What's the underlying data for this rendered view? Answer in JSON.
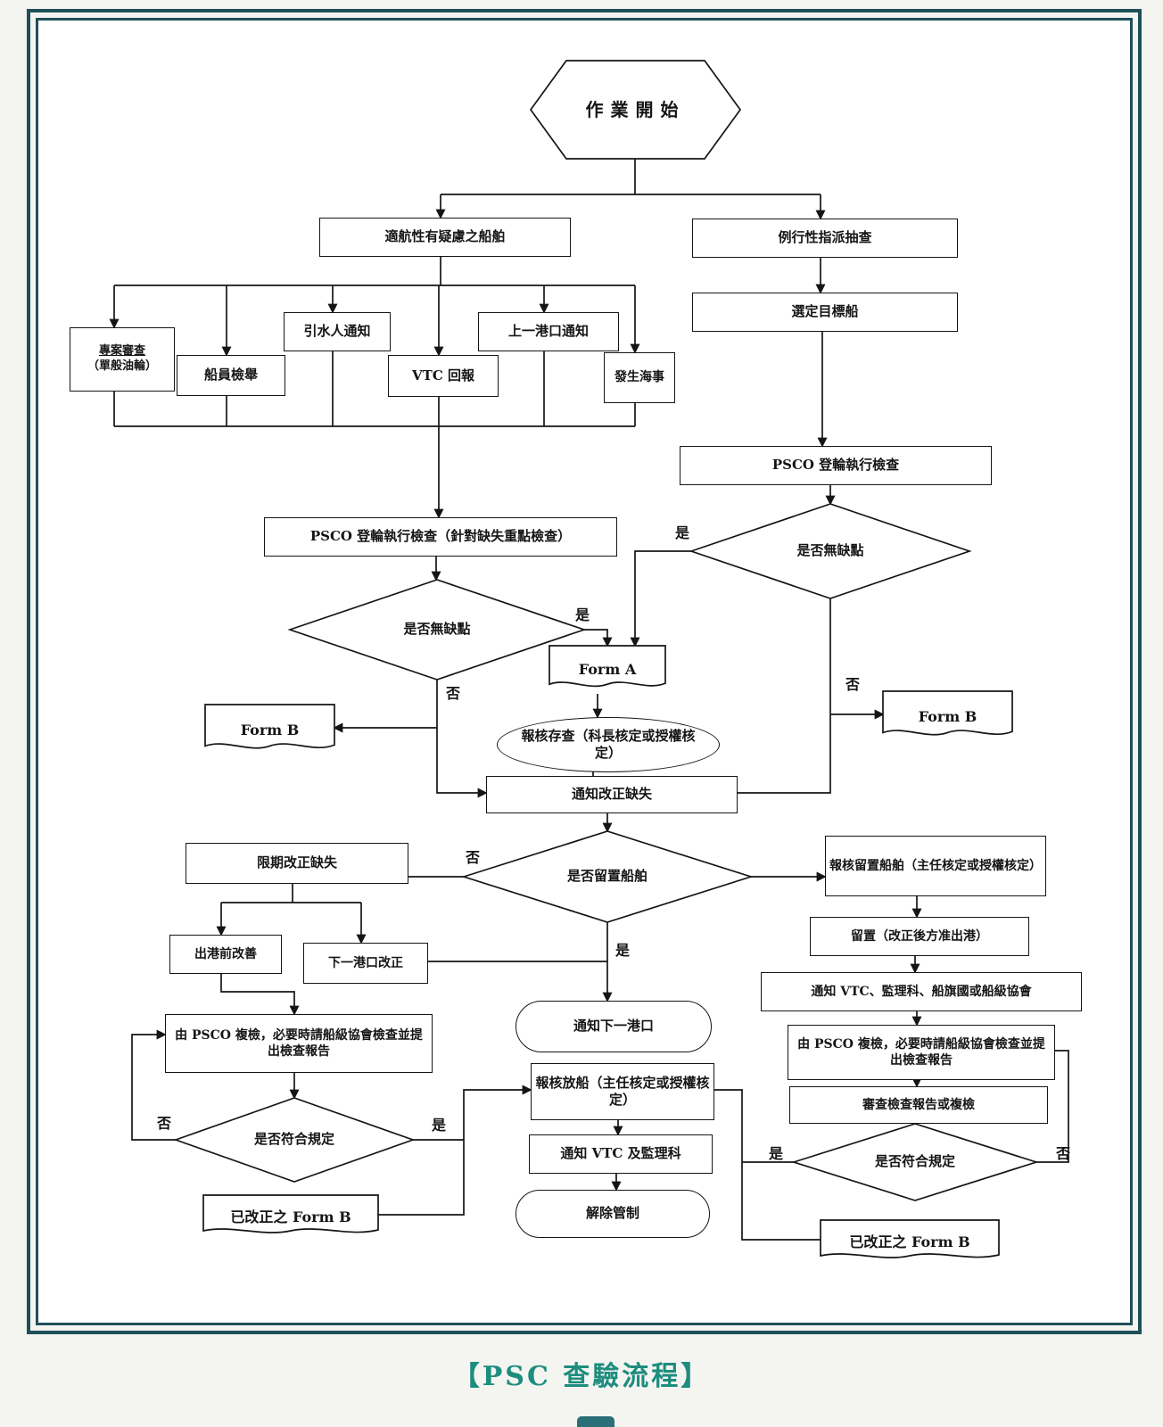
{
  "caption": "【PSC 查驗流程】",
  "labels": {
    "yes": "是",
    "no": "否"
  },
  "nodes": {
    "start": "作業開始",
    "seaworthiness": "適航性有疑慮之船舶",
    "routine": "例行性指派抽查",
    "special_review_line1": "專案審查",
    "special_review_line2": "（單般油輪）",
    "crew_report": "船員檢舉",
    "pilot_notify": "引水人通知",
    "vtc_report": "VTC 回報",
    "prev_port_notify": "上一港口通知",
    "marine_casualty": "發生海事",
    "target_select": "選定目標船",
    "psco_inspect_right": "PSCO 登輪執行檢查",
    "no_defect_right": "是否無缺點",
    "psco_inspect_left": "PSCO 登輪執行檢查（針對缺失重點檢查）",
    "no_defect_left": "是否無缺點",
    "form_a": "Form A",
    "form_b_left": "Form B",
    "form_b_right": "Form B",
    "report_file": "報核存查（科長核定或授權核定）",
    "notify_correct": "通知改正缺失",
    "detain_decision": "是否留置船舶",
    "deadline_correct": "限期改正缺失",
    "before_departure": "出港前改善",
    "next_port_correct": "下一港口改正",
    "psco_recheck_left": "由 PSCO 複檢，必要時請船級協會檢查並提出檢查報告",
    "comply_left": "是否符合規定",
    "corrected_form_b_left": "已改正之 Form B",
    "notify_next_port": "通知下一港口",
    "report_release": "報核放船（主任核定或授權核定）",
    "notify_vtc_supervision": "通知 VTC 及監理科",
    "release_control": "解除管制",
    "report_detain": "報核留置船舶（主任核定或授權核定）",
    "detention": "留置（改正後方准出港）",
    "notify_vtc_flag": "通知 VTC、監理科、船旗國或船級協會",
    "psco_recheck_right": "由 PSCO 複檢，必要時請船級協會檢查並提出檢查報告",
    "review_report": "審查檢查報告或複檢",
    "comply_right": "是否符合規定",
    "corrected_form_b_right": "已改正之 Form B"
  }
}
